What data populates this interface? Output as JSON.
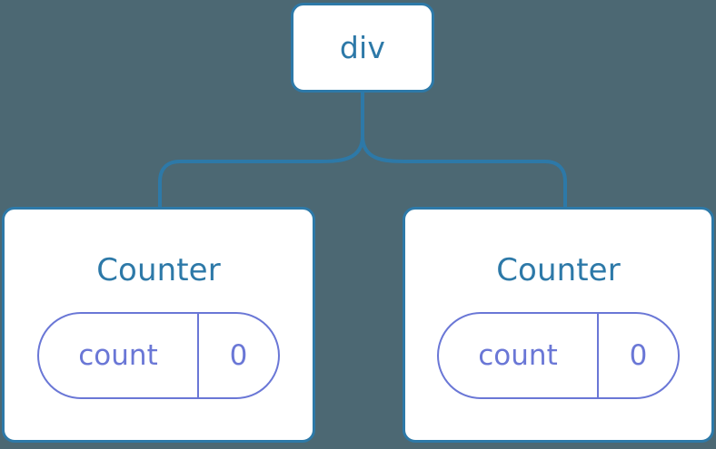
{
  "diagram": {
    "type": "component-tree",
    "background_color": "#4c6873",
    "node_border_color": "#2d79a8",
    "node_fill_color": "#ffffff",
    "node_text_color": "#2d79a8",
    "state_accent_color": "#6a77d6",
    "connector_color": "#2d79a8",
    "root": {
      "label": "div"
    },
    "children": [
      {
        "title": "Counter",
        "state": {
          "key": "count",
          "value": "0"
        }
      },
      {
        "title": "Counter",
        "state": {
          "key": "count",
          "value": "0"
        }
      }
    ]
  }
}
